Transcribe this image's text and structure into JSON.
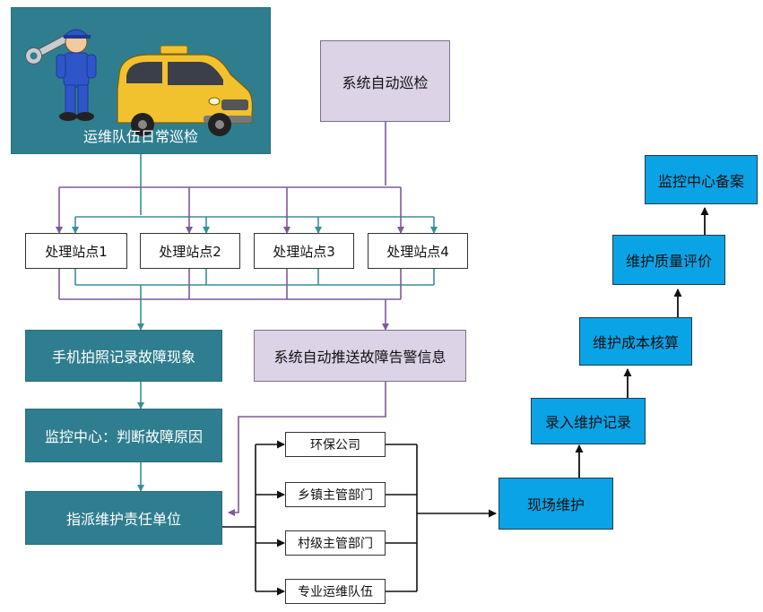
{
  "colors": {
    "teal_box": "#2f7e8f",
    "lavender_box": "#dcd3e6",
    "blue_box": "#0aa3e6",
    "purple_arrow": "#7f5a96",
    "teal_arrow": "#3a8e9c",
    "black_arrow": "#111111",
    "car_yellow": "#f2c12e",
    "worker_blue": "#2f56c8"
  },
  "nodes": {
    "team_patrol": "运维队伍日常巡检",
    "auto_patrol": "系统自动巡检",
    "station1": "处理站点1",
    "station2": "处理站点2",
    "station3": "处理站点3",
    "station4": "处理站点4",
    "phone_record": "手机拍照记录故障现象",
    "auto_alert": "系统自动推送故障告警信息",
    "monitor_judge": "监控中心：判断故障原因",
    "assign_unit": "指派维护责任单位",
    "env_company": "环保公司",
    "township_dept": "乡镇主管部门",
    "village_dept": "村级主管部门",
    "pro_team": "专业运维队伍",
    "onsite_maintenance": "现场维护",
    "entry_record": "录入维护记录",
    "cost_accounting": "维护成本核算",
    "quality_evaluation": "维护质量评价",
    "monitor_filing": "监控中心备案"
  }
}
